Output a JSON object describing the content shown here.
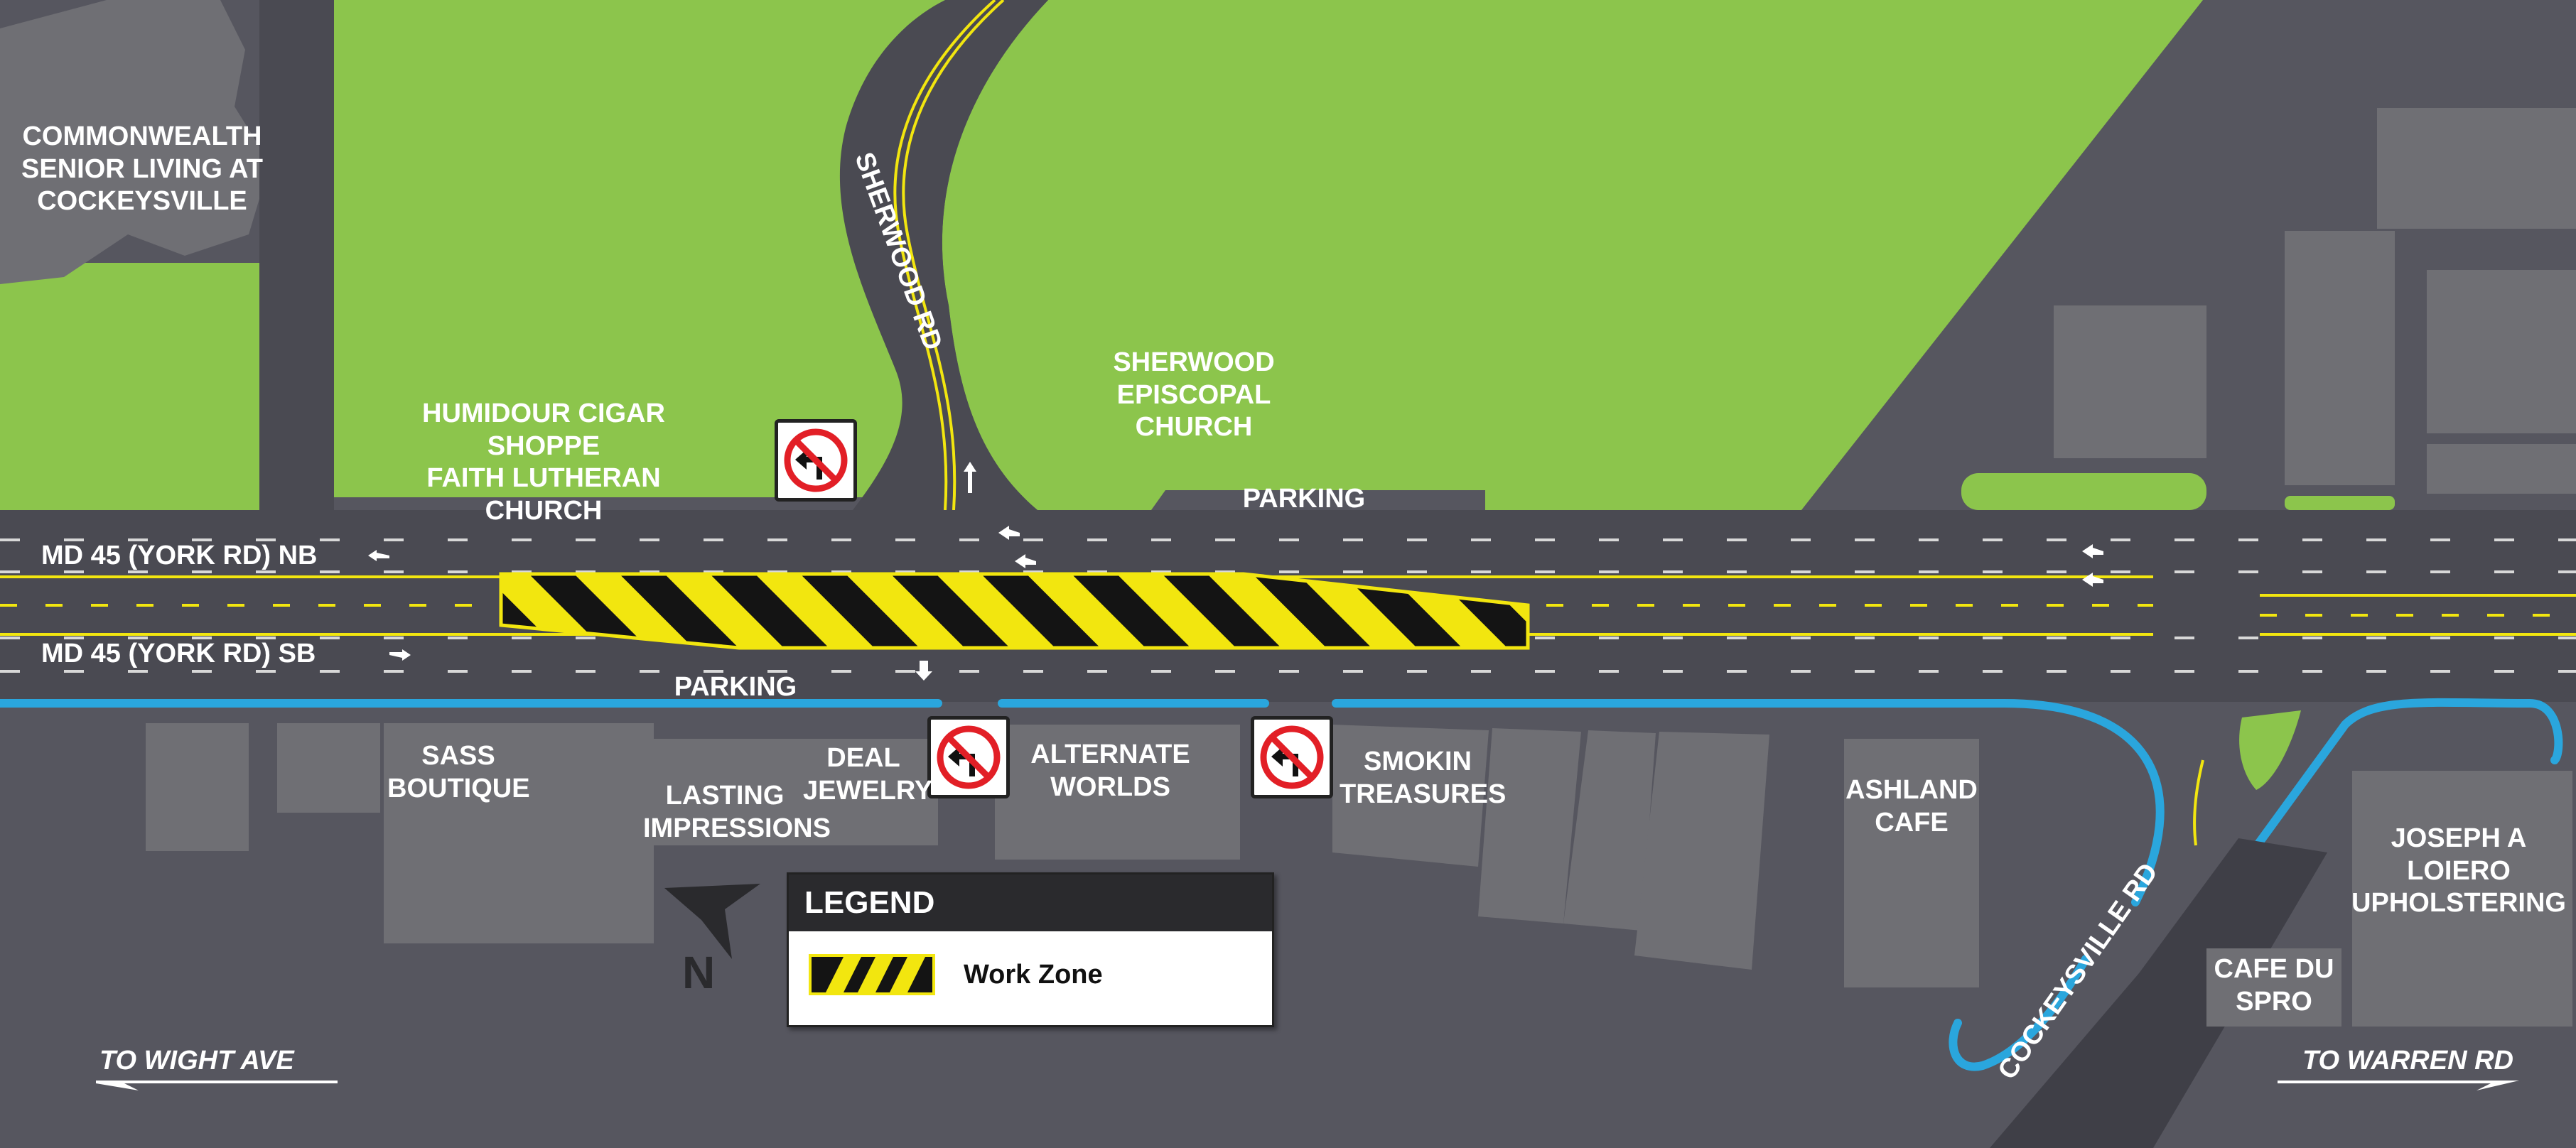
{
  "labels": {
    "commonwealth": "COMMONWEALTH\nSENIOR LIVING AT\nCOCKEYSVILLE",
    "humidour": "HUMIDOUR CIGAR SHOPPE\nFAITH LUTHERAN CHURCH",
    "sherwood_rd": "SHERWOOD RD",
    "sherwood_church": "SHERWOOD\nEPISCOPAL CHURCH",
    "parking_north": "PARKING",
    "md45_nb": "MD 45 (YORK RD) NB",
    "md45_sb": "MD 45 (YORK RD) SB",
    "parking_south": "PARKING",
    "sass": "SASS\nBOUTIQUE",
    "lasting": "LASTING\nIMPRESSIONS",
    "deal": "DEAL\nJEWELRY",
    "alternate": "ALTERNATE\nWORLDS",
    "smokin": "SMOKIN\nTREASURES",
    "ashland": "ASHLAND\nCAFE",
    "joseph": "JOSEPH A LOIERO\nUPHOLSTERING",
    "cafe_du": "CAFE DU\nSPRO",
    "cockeysville_rd": "COCKEYSVILLE RD",
    "to_wight": "TO WIGHT AVE",
    "to_warren": "TO WARREN RD",
    "north": "N"
  },
  "legend": {
    "title": "LEGEND",
    "items": [
      {
        "label": "Work Zone"
      }
    ]
  },
  "signs": [
    {
      "name": "no-left-turn-sign-sherwood",
      "type": "no-left-turn-icon"
    },
    {
      "name": "no-left-turn-sign-deal",
      "type": "no-left-turn-icon"
    },
    {
      "name": "no-left-turn-sign-alternate",
      "type": "no-left-turn-icon"
    }
  ],
  "colors": {
    "grass": "#8cc54c",
    "road": "#4a4a52",
    "building": "#6f6f74",
    "work_zone_yellow": "#f2e60f",
    "work_zone_black": "#141414",
    "bike_lane": "#2aa6dd",
    "label": "#ffffff"
  }
}
